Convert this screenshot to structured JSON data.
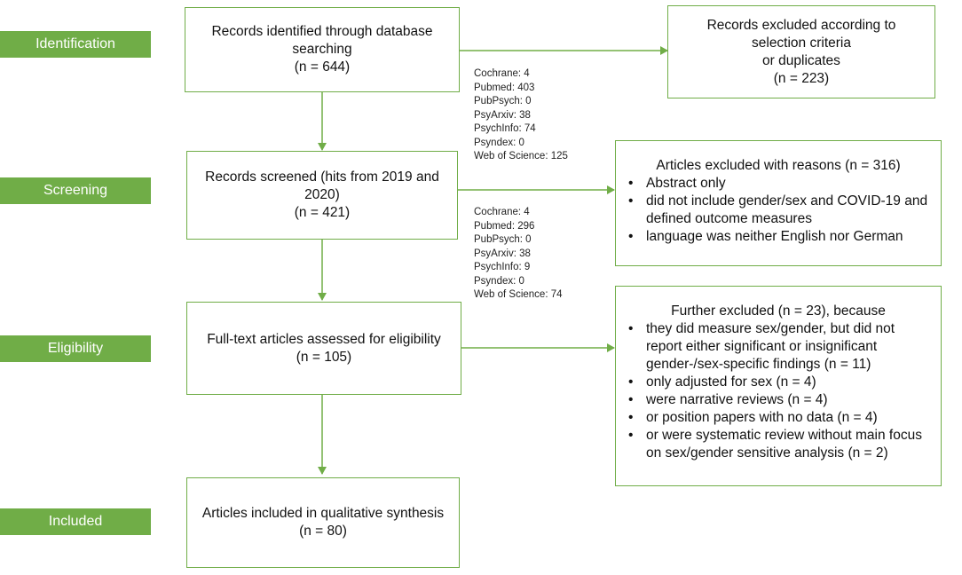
{
  "stages": [
    "Identification",
    "Screening",
    "Eligibility",
    "Included"
  ],
  "identification": {
    "line1": "Records identified through database",
    "line2": "searching",
    "count": "(n = 644)"
  },
  "excluded_criteria": {
    "line1": "Records excluded according to",
    "line2": "selection criteria",
    "line3": "or duplicates",
    "count": "(n = 223)"
  },
  "db_identification": [
    "Cochrane: 4",
    "Pubmed: 403",
    "PubPsych: 0",
    "PsyArxiv: 38",
    "PsychInfo: 74",
    "Psyndex: 0",
    "Web of Science: 125"
  ],
  "screened": {
    "line1": "Records screened (hits from 2019 and",
    "line2": "2020)",
    "count": "(n = 421)"
  },
  "excluded_reasons": {
    "title": "Articles excluded with reasons (n = 316)",
    "items": [
      "Abstract only",
      "did not include gender/sex and COVID-19 and defined outcome measures",
      "language was neither English nor German"
    ]
  },
  "db_screening": [
    "Cochrane: 4",
    "Pubmed: 296",
    "PubPsych: 0",
    "PsyArxiv: 38",
    "PsychInfo: 9",
    "Psyndex: 0",
    "Web of Science: 74"
  ],
  "eligibility": {
    "line1": "Full-text articles assessed for eligibility",
    "count": "(n = 105)"
  },
  "further_excluded": {
    "title": "Further excluded (n = 23), because",
    "items": [
      "they did measure sex/gender, but did not report either significant or insignificant gender-/sex-specific findings (n = 11)",
      "only adjusted for sex (n = 4)",
      "were narrative reviews (n = 4)",
      "or position papers with no data (n = 4)",
      "or were systematic review without main focus on sex/gender sensitive analysis (n = 2)"
    ]
  },
  "included": {
    "line1": "Articles included in qualitative synthesis",
    "count": "(n = 80)"
  },
  "colors": {
    "accent": "#70ad47",
    "stage_text": "#ffffff"
  }
}
